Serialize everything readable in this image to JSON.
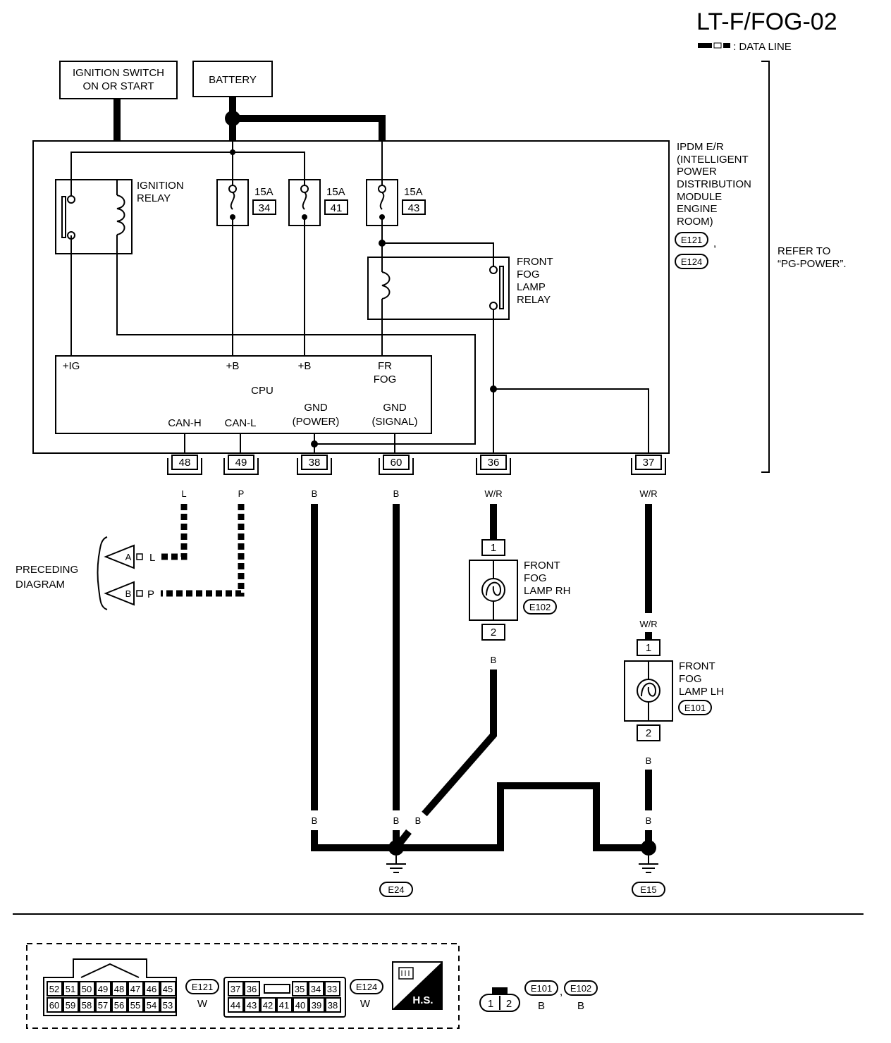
{
  "title": "LT-F/FOG-02",
  "legend": {
    "data_line": ": DATA LINE"
  },
  "power": {
    "ignition_switch": [
      "IGNITION SWITCH",
      "ON OR START"
    ],
    "battery": "BATTERY"
  },
  "ipdm": {
    "label": [
      "IPDM E/R",
      "(INTELLIGENT",
      "POWER",
      "DISTRIBUTION",
      "MODULE",
      "ENGINE",
      "ROOM)"
    ],
    "connectors": [
      "E121",
      "E124"
    ],
    "ignition_relay": [
      "IGNITION",
      "RELAY"
    ],
    "fuses": [
      {
        "amps": "15A",
        "num": "34"
      },
      {
        "amps": "15A",
        "num": "41"
      },
      {
        "amps": "15A",
        "num": "43"
      }
    ],
    "fog_relay": [
      "FRONT",
      "FOG",
      "LAMP",
      "RELAY"
    ],
    "cpu": {
      "label": "CPU",
      "ig": "+IG",
      "b1": "+B",
      "b2": "+B",
      "fr_fog": [
        "FR",
        "FOG"
      ],
      "can_h": "CAN-H",
      "can_l": "CAN-L",
      "gnd_power": [
        "GND",
        "(POWER)"
      ],
      "gnd_signal": [
        "GND",
        "(SIGNAL)"
      ]
    }
  },
  "refer": [
    "REFER TO",
    "“PG-POWER”."
  ],
  "terminals": [
    "48",
    "49",
    "38",
    "60",
    "36",
    "37"
  ],
  "wires": {
    "t48": "L",
    "t49": "P",
    "t38": "B",
    "t60": "B",
    "t36": "W/R",
    "t37": "W/R",
    "lh_in": "W/R"
  },
  "preceding": {
    "label": [
      "PRECEDING",
      "DIAGRAM"
    ],
    "a": {
      "tag": "A",
      "wire": "L"
    },
    "b": {
      "tag": "B",
      "wire": "P"
    }
  },
  "lamp_rh": {
    "label": [
      "FRONT",
      "FOG",
      "LAMP RH"
    ],
    "conn": "E102",
    "pin1": "1",
    "pin2": "2",
    "out": "B"
  },
  "lamp_lh": {
    "label": [
      "FRONT",
      "FOG",
      "LAMP LH"
    ],
    "conn": "E101",
    "pin1": "1",
    "pin2": "2",
    "out": "B"
  },
  "ground_wires": [
    "B",
    "B",
    "B",
    "B",
    "B",
    "B"
  ],
  "grounds": [
    "E24",
    "E15"
  ],
  "connector_views": {
    "e121": {
      "row1": [
        "52",
        "51",
        "50",
        "49",
        "48",
        "47",
        "46",
        "45"
      ],
      "row2": [
        "60",
        "59",
        "58",
        "57",
        "56",
        "55",
        "54",
        "53"
      ],
      "name": "E121",
      "color": "W"
    },
    "e124": {
      "row1": [
        "37",
        "36",
        "",
        "35",
        "34",
        "33"
      ],
      "row2": [
        "44",
        "43",
        "42",
        "41",
        "40",
        "39",
        "38"
      ],
      "name": "E124",
      "color": "W"
    },
    "hs": "H.S.",
    "small": {
      "pins": [
        "1",
        "2"
      ],
      "e101": "E101",
      "e102": "E102",
      "color1": "B",
      "color2": "B",
      "sep": ","
    }
  }
}
